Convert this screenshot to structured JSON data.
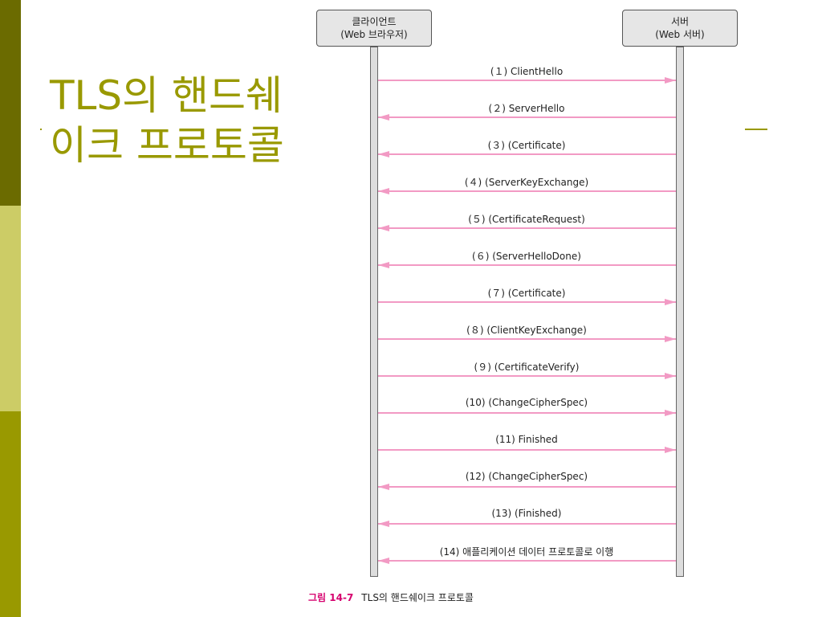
{
  "title": "TLS의 핸드쉐이크 프로토콜",
  "participants": {
    "client": {
      "name": "클라이언트",
      "sub": "(Web 브라우저)"
    },
    "server": {
      "name": "서버",
      "sub": "(Web 서버)"
    }
  },
  "messages": [
    {
      "label": "(１) ClientHello",
      "dir": "to-server"
    },
    {
      "label": "(２) ServerHello",
      "dir": "to-client"
    },
    {
      "label": "(３) (Certificate)",
      "dir": "to-client"
    },
    {
      "label": "(４) (ServerKeyExchange)",
      "dir": "to-client"
    },
    {
      "label": "(５) (CertificateRequest)",
      "dir": "to-client"
    },
    {
      "label": "(６) (ServerHelloDone)",
      "dir": "to-client"
    },
    {
      "label": "(７) (Certificate)",
      "dir": "to-server"
    },
    {
      "label": "(８) (ClientKeyExchange)",
      "dir": "to-server"
    },
    {
      "label": "(９) (CertificateVerify)",
      "dir": "to-server"
    },
    {
      "label": "(10) (ChangeCipherSpec)",
      "dir": "to-server"
    },
    {
      "label": "(11) Finished",
      "dir": "to-server"
    },
    {
      "label": "(12) (ChangeCipherSpec)",
      "dir": "to-client"
    },
    {
      "label": "(13) (Finished)",
      "dir": "to-client"
    },
    {
      "label": "(14) 애플리케이션 데이터 프로토콜로 이행",
      "dir": "to-client"
    }
  ],
  "caption": {
    "figure": "그림 14-7",
    "text": "TLS의 핸드쉐이크 프로토콜"
  },
  "colors": {
    "accent": "#999900",
    "arrow": "#f29ac4",
    "figure_label": "#d6006e"
  }
}
